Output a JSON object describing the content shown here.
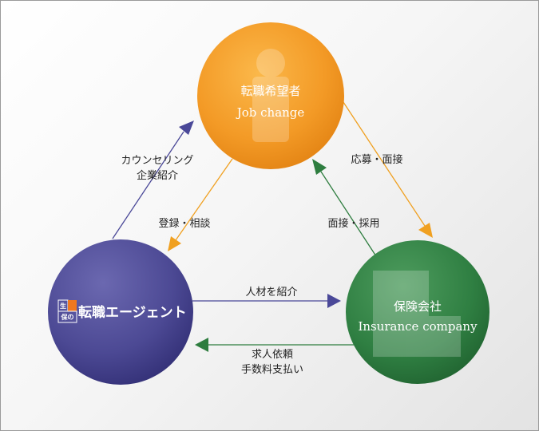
{
  "nodes": {
    "job_seeker": {
      "title": "転職希望者",
      "subtitle": "Job change",
      "color": "#ef9a22"
    },
    "agent": {
      "logo_top": "生",
      "logo_bottom": "保の",
      "logo_text": "転職エージェント",
      "color": "#45428a"
    },
    "insurance": {
      "title": "保険会社",
      "subtitle": "Insurance company",
      "color": "#2e7d3f"
    }
  },
  "edges": {
    "agent_to_seeker": {
      "line1": "カウンセリング",
      "line2": "企業紹介"
    },
    "seeker_to_agent": {
      "label": "登録・相談"
    },
    "seeker_to_insurance": {
      "label": "応募・面接"
    },
    "insurance_to_seeker": {
      "label": "面接・採用"
    },
    "agent_to_insurance": {
      "label": "人材を紹介"
    },
    "insurance_to_agent": {
      "line1": "求人依頼",
      "line2": "手数料支払い"
    }
  },
  "colors": {
    "arrow_purple": "#4a4898",
    "arrow_orange": "#f0a020",
    "arrow_green": "#2e7d3f",
    "logo_accent": "#f07820"
  }
}
